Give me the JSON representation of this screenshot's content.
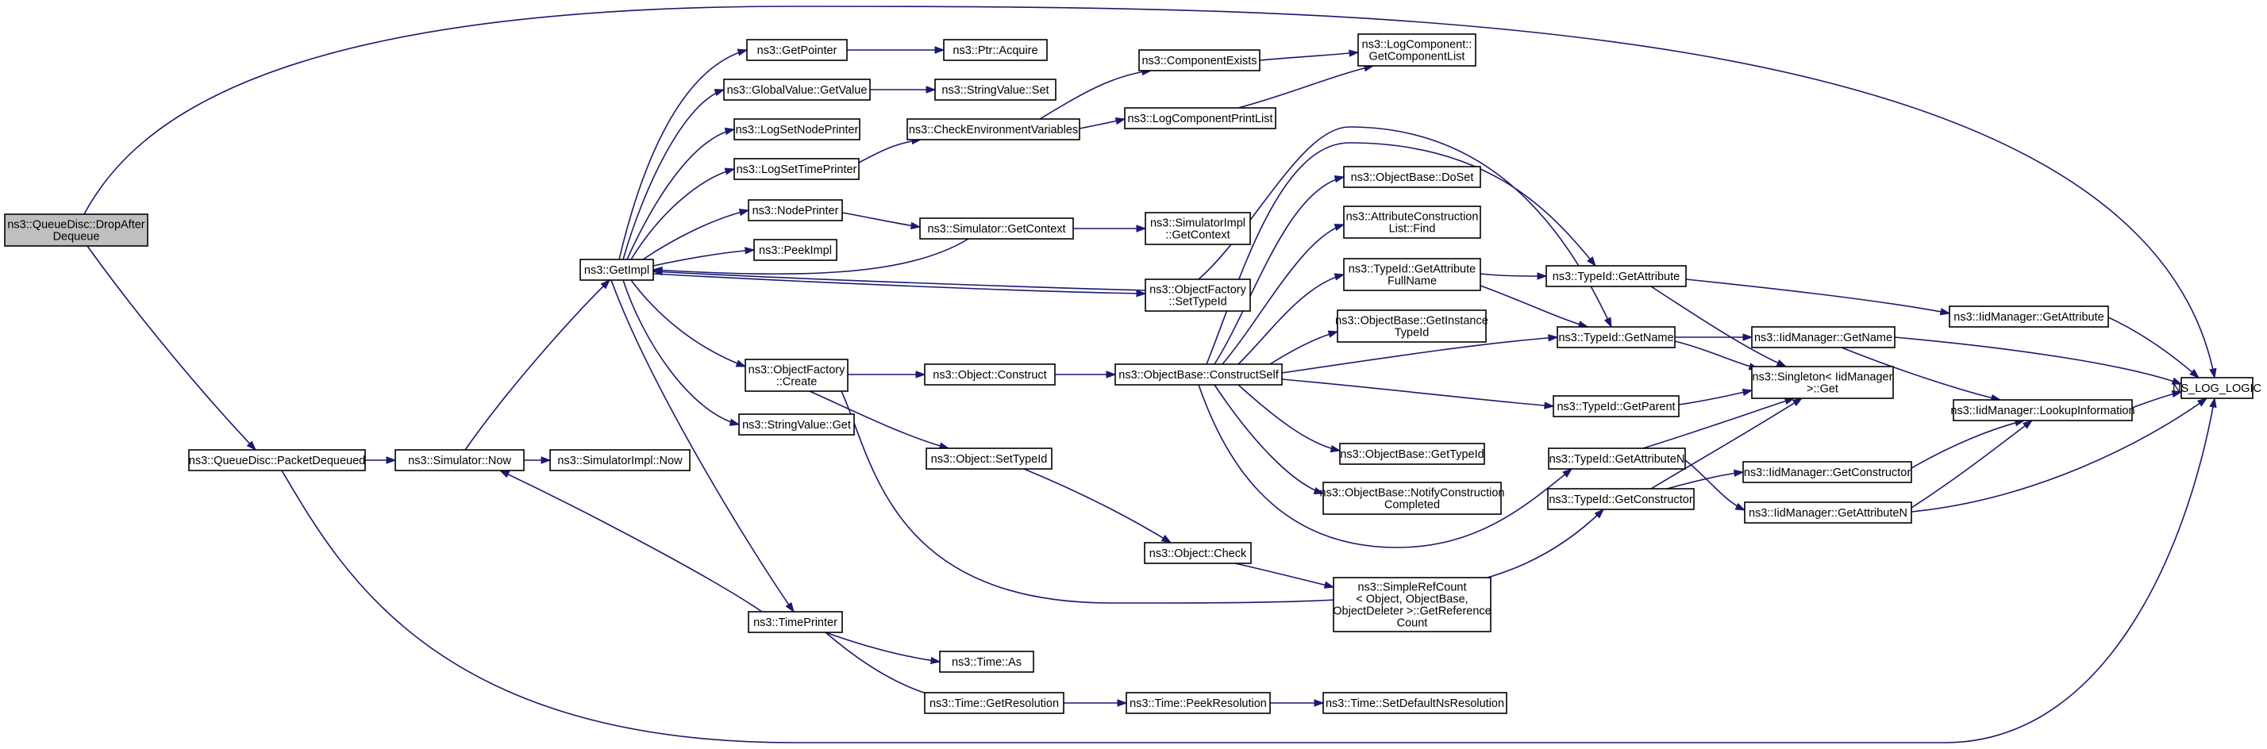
{
  "graph": {
    "colors": {
      "edge": "#191970",
      "node_fill": "#ffffff",
      "root_fill": "#bfbfbf",
      "node_border": "#000000",
      "truncated_border": "#ff0000"
    },
    "nodes": [
      {
        "id": "dropAfterDequeue",
        "lines": [
          "ns3::QueueDisc::DropAfter",
          "Dequeue"
        ],
        "root": true
      },
      {
        "id": "packetDequeued",
        "lines": [
          "ns3::QueueDisc::PacketDequeued"
        ]
      },
      {
        "id": "nsLogLogic",
        "lines": [
          "NS_LOG_LOGIC"
        ]
      },
      {
        "id": "simNow",
        "lines": [
          "ns3::Simulator::Now"
        ]
      },
      {
        "id": "simImplNow",
        "lines": [
          "ns3::SimulatorImpl::Now"
        ]
      },
      {
        "id": "getImpl",
        "lines": [
          "ns3::GetImpl"
        ]
      },
      {
        "id": "getPointer",
        "lines": [
          "ns3::GetPointer"
        ]
      },
      {
        "id": "ptrAcquire",
        "lines": [
          "ns3::Ptr::Acquire"
        ]
      },
      {
        "id": "gvGetValue",
        "lines": [
          "ns3::GlobalValue::GetValue"
        ]
      },
      {
        "id": "svSet",
        "lines": [
          "ns3::StringValue::Set"
        ]
      },
      {
        "id": "logSetNodePrinter",
        "lines": [
          "ns3::LogSetNodePrinter"
        ]
      },
      {
        "id": "logSetTimePrinter",
        "lines": [
          "ns3::LogSetTimePrinter"
        ]
      },
      {
        "id": "checkEnvVars",
        "lines": [
          "ns3::CheckEnvironmentVariables"
        ]
      },
      {
        "id": "componentExists",
        "lines": [
          "ns3::ComponentExists"
        ]
      },
      {
        "id": "logComponentPrintList",
        "lines": [
          "ns3::LogComponentPrintList"
        ]
      },
      {
        "id": "getComponentList",
        "lines": [
          "ns3::LogComponent::",
          "GetComponentList"
        ]
      },
      {
        "id": "nodePrinter",
        "lines": [
          "ns3::NodePrinter"
        ]
      },
      {
        "id": "simGetContext",
        "lines": [
          "ns3::Simulator::GetContext"
        ]
      },
      {
        "id": "simImplGetContext",
        "lines": [
          "ns3::SimulatorImpl",
          "::GetContext"
        ]
      },
      {
        "id": "peekImpl",
        "lines": [
          "ns3::PeekImpl"
        ]
      },
      {
        "id": "ofSetTypeId",
        "lines": [
          "ns3::ObjectFactory",
          "::SetTypeId"
        ]
      },
      {
        "id": "ofCreate",
        "lines": [
          "ns3::ObjectFactory",
          "::Create"
        ]
      },
      {
        "id": "svGet",
        "lines": [
          "ns3::StringValue::Get"
        ]
      },
      {
        "id": "objConstruct",
        "lines": [
          "ns3::Object::Construct"
        ]
      },
      {
        "id": "objSetTypeId",
        "lines": [
          "ns3::Object::SetTypeId"
        ]
      },
      {
        "id": "objCheck",
        "lines": [
          "ns3::Object::Check"
        ]
      },
      {
        "id": "simpleRefCount",
        "lines": [
          "ns3::SimpleRefCount",
          "< Object, ObjectBase,",
          "ObjectDeleter >::GetReference",
          "Count"
        ]
      },
      {
        "id": "constructSelf",
        "lines": [
          "ns3::ObjectBase::ConstructSelf"
        ]
      },
      {
        "id": "doSet",
        "lines": [
          "ns3::ObjectBase::DoSet"
        ]
      },
      {
        "id": "aclFind",
        "lines": [
          "ns3::AttributeConstruction",
          "List::Find"
        ]
      },
      {
        "id": "getAttrFullName",
        "lines": [
          "ns3::TypeId::GetAttribute",
          "FullName"
        ]
      },
      {
        "id": "getInstanceTypeId",
        "lines": [
          "ns3::ObjectBase::GetInstance",
          "TypeId"
        ]
      },
      {
        "id": "obGetTypeId",
        "lines": [
          "ns3::ObjectBase::GetTypeId"
        ],
        "truncated": true
      },
      {
        "id": "notifyConstruction",
        "lines": [
          "ns3::ObjectBase::NotifyConstruction",
          "Completed"
        ]
      },
      {
        "id": "timePrinter",
        "lines": [
          "ns3::TimePrinter"
        ]
      },
      {
        "id": "timeAs",
        "lines": [
          "ns3::Time::As"
        ]
      },
      {
        "id": "timeGetResolution",
        "lines": [
          "ns3::Time::GetResolution"
        ]
      },
      {
        "id": "timePeekResolution",
        "lines": [
          "ns3::Time::PeekResolution"
        ]
      },
      {
        "id": "setDefaultNsRes",
        "lines": [
          "ns3::Time::SetDefaultNsResolution"
        ],
        "truncated": true
      },
      {
        "id": "tidGetAttribute",
        "lines": [
          "ns3::TypeId::GetAttribute"
        ]
      },
      {
        "id": "tidGetName",
        "lines": [
          "ns3::TypeId::GetName"
        ]
      },
      {
        "id": "tidGetParent",
        "lines": [
          "ns3::TypeId::GetParent"
        ],
        "truncated": true
      },
      {
        "id": "tidGetAttributeN",
        "lines": [
          "ns3::TypeId::GetAttributeN"
        ]
      },
      {
        "id": "tidGetConstructor",
        "lines": [
          "ns3::TypeId::GetConstructor"
        ]
      },
      {
        "id": "singletonGet",
        "lines": [
          "ns3::Singleton< IidManager",
          ">::Get"
        ]
      },
      {
        "id": "iidGetAttribute",
        "lines": [
          "ns3::IidManager::GetAttribute"
        ]
      },
      {
        "id": "iidGetName",
        "lines": [
          "ns3::IidManager::GetName"
        ]
      },
      {
        "id": "iidGetConstructor",
        "lines": [
          "ns3::IidManager::GetConstructor"
        ]
      },
      {
        "id": "iidGetAttributeN",
        "lines": [
          "ns3::IidManager::GetAttributeN"
        ]
      },
      {
        "id": "iidLookupInfo",
        "lines": [
          "ns3::IidManager::LookupInformation"
        ]
      }
    ]
  }
}
